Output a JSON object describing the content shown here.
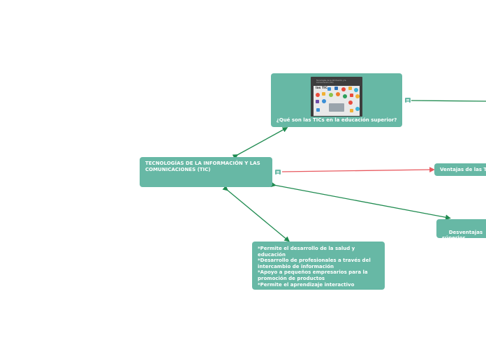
{
  "colors": {
    "node_fill": "#67b8a5",
    "node_text": "#ffffff",
    "edge_green": "#1e8a4f",
    "edge_red": "#e8595f",
    "background": "#ffffff"
  },
  "mindmap": {
    "root": {
      "label": "TECNOLOGÍAS DE LA INFORMACIÓN Y LAS COMUNICACIONES (TIC)"
    },
    "nodes": [
      {
        "id": "que-son",
        "label": "¿Qué son las TICs en la educación superior?",
        "has_image": true,
        "image_title": "Tecnologías de la Información y la Comunicación (TIC)",
        "image_label": "las TIC"
      },
      {
        "id": "ventajas",
        "label": "Ventajas de las T"
      },
      {
        "id": "desventajas",
        "label": "Desventajas  de\nsúperior"
      },
      {
        "id": "beneficios",
        "lines": [
          "*Permite el desarrollo de la salud y",
          "educación",
          "*Desarrollo de profesionales a través del",
          "intercambio de información",
          "*Apoyo a pequeños empresarios para la",
          "promoción de productos",
          "*Permite el aprendizaje interactivo"
        ]
      }
    ]
  },
  "icons": {
    "collapse_toggle": "collapse-toggle-icon"
  }
}
